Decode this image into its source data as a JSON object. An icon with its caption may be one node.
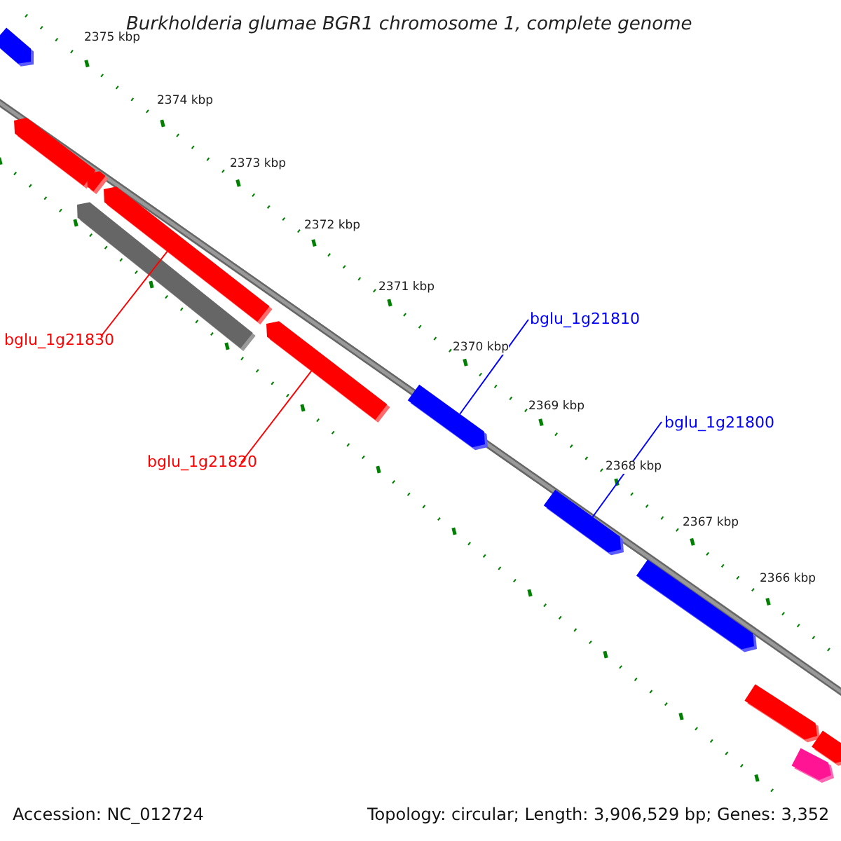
{
  "diagram": {
    "title": "Burkholderia glumae BGR1 chromosome 1, complete genome",
    "nodes": [
      {
        "text": [],
        "shape": "bar"
      },
      {
        "text": [],
        "shape": "bar"
      },
      {
        "text": [],
        "shape": "bar"
      },
      {
        "text": [],
        "shape": "bar"
      },
      {
        "text": [],
        "shape": "bar"
      },
      {
        "text": [],
        "shape": "bar"
      },
      {
        "text": [],
        "shape": "bar"
      },
      {
        "text": [],
        "shape": "bar"
      },
      {
        "text": [],
        "shape": "bar"
      },
      {
        "text": [],
        "shape": "bar"
      },
      {
        "text": [],
        "shape": "bar"
      },
      {
        "text": [],
        "shape": "bar"
      },
      {
        "text": [
          "bglu_1g21830"
        ]
      },
      {
        "text": [
          "bglu_1g21820"
        ]
      },
      {
        "text": [
          "bglu_1g21810"
        ]
      },
      {
        "text": [
          "bglu_1g21800"
        ]
      }
    ],
    "edges": [
      {
        "from": 12,
        "to": 4,
        "arrow": "none",
        "color": "#ff0000"
      },
      {
        "from": 13,
        "to": 5,
        "arrow": "none",
        "color": "#ff0000"
      },
      {
        "from": 14,
        "to": 6,
        "arrow": "none",
        "color": "#0000ff"
      },
      {
        "from": 15,
        "to": 7,
        "arrow": "none",
        "color": "#0000ff"
      }
    ],
    "labels": [
      "2375 kbp",
      "2374 kbp",
      "2373 kbp",
      "2372 kbp",
      "2371 kbp",
      "2370 kbp",
      "2369 kbp",
      "2368 kbp",
      "2367 kbp",
      "2366 kbp",
      "Accession: NC_012724",
      "Topology: circular; Length: 3,906,529 bp; Genes: 3,352"
    ]
  }
}
